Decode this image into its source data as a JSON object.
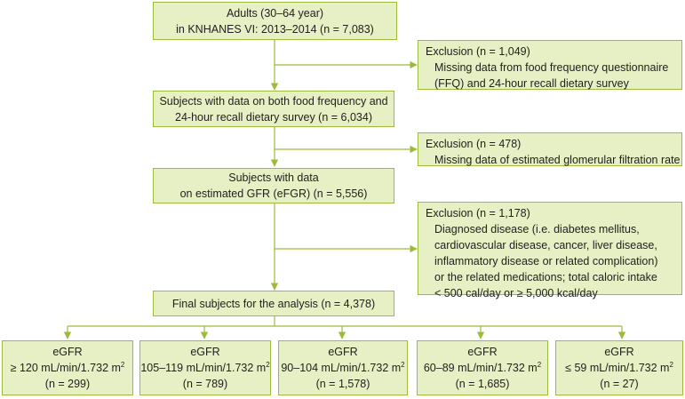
{
  "colors": {
    "box_fill": "#e7efc4",
    "box_border": "#9dbb3b",
    "arrow": "#9dbb3b"
  },
  "steps": [
    {
      "lines": [
        "Adults (30–64 year)",
        "in KNHANES VI: 2013–2014 (n = 7,083)"
      ]
    },
    {
      "lines": [
        "Subjects with data on both food frequency and",
        "24-hour recall dietary survey (n = 6,034)"
      ]
    },
    {
      "lines": [
        "Subjects with data",
        "on estimated GFR (eFGR) (n = 5,556)"
      ]
    },
    {
      "lines": [
        "Final subjects for the analysis (n = 4,378)"
      ]
    }
  ],
  "exclusions": [
    {
      "title": "Exclusion (n = 1,049)",
      "items": [
        "Missing data from food frequency questionnaire",
        "(FFQ) and 24-hour recall dietary survey"
      ]
    },
    {
      "title": "Exclusion (n = 478)",
      "items": [
        "Missing data of estimated glomerular filtration rate"
      ]
    },
    {
      "title": "Exclusion (n = 1,178)",
      "items": [
        "Diagnosed disease (i.e. diabetes mellitus,",
        "cardiovascular disease, cancer, liver disease,",
        "inflammatory disease or related complication)",
        "or the related medications; total caloric intake",
        "< 500 cal/day or ≥ 5,000 kcal/day"
      ]
    }
  ],
  "groups": [
    {
      "label": "eGFR",
      "range": "≥ 120 mL/min/1.732 m",
      "sup": "2",
      "n": "(n = 299)"
    },
    {
      "label": "eGFR",
      "range": "105–119 mL/min/1.732 m",
      "sup": "2",
      "n": "(n = 789)"
    },
    {
      "label": "eGFR",
      "range": "90–104 mL/min/1.732 m",
      "sup": "2",
      "n": "(n = 1,578)"
    },
    {
      "label": "eGFR",
      "range": "60–89 mL/min/1.732 m",
      "sup": "2",
      "n": "(n = 1,685)"
    },
    {
      "label": "eGFR",
      "range": "≤ 59 mL/min/1.732 m",
      "sup": "2",
      "n": "(n = 27)"
    }
  ]
}
